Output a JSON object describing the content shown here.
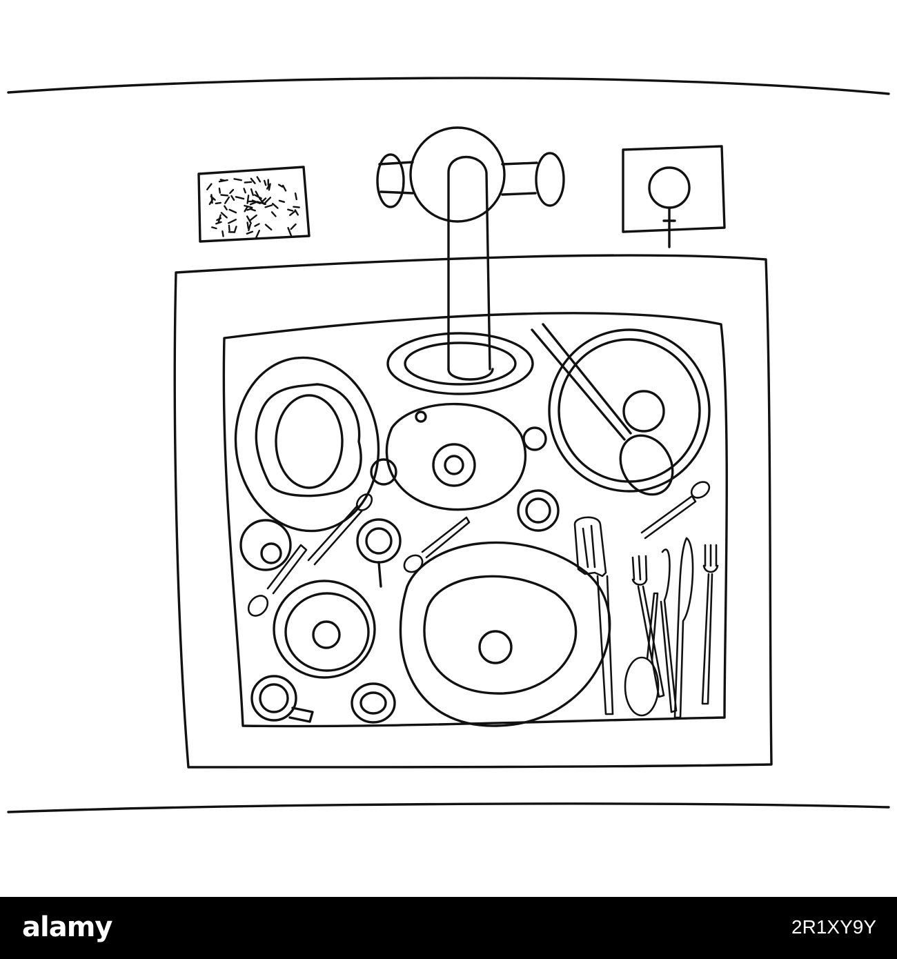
{
  "colors": {
    "background": "#ffffff",
    "ink": "#111111",
    "watermark_bar": "#000000",
    "watermark_text": "#ffffff"
  },
  "illustration": {
    "style": "black line-art coloring page, top view",
    "objects": [
      "counter-edge",
      "sponge",
      "faucet",
      "drain-stopper",
      "sink",
      "plates",
      "pot",
      "bowl",
      "cups",
      "spoons",
      "spatula",
      "forks",
      "knives"
    ]
  },
  "watermark": {
    "brand": "alamy",
    "code": "2R1XY9Y"
  }
}
